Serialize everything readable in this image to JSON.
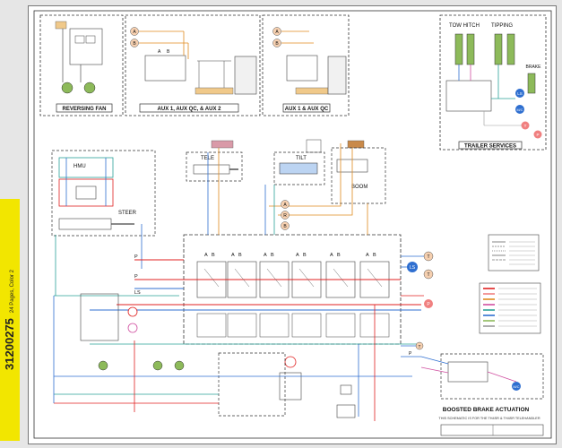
{
  "part_number": "31200275",
  "pages_note": "24 Pages, Color 2",
  "sections": {
    "reversing_fan": "REVERSING FAN",
    "aux": "AUX 1, AUX QC, & AUX 2",
    "aux1_qc": "AUX 1 & AUX QC",
    "trailer": "TRAILER SERVICES",
    "boosted": "BOOSTED BRAKE ACTUATION"
  },
  "labels": {
    "tow_hitch": "TOW HITCH",
    "tipping": "TIPPING",
    "brake": "BRAKE",
    "tele": "TELE",
    "tilt": "TILT",
    "boom": "BOOM",
    "steer": "STEER",
    "hmu": "HMU",
    "a": "A",
    "b": "B",
    "p": "P",
    "t": "T",
    "r": "R",
    "ls": "LS",
    "mc": "M/C"
  },
  "note": "THIS SCHEMATIC IS FOR THE TH4SR & TH4SR TELEHANDLER",
  "colors": {
    "pressure": "#e02020",
    "return": "#2f6fd0",
    "pilot": "#2aa198",
    "aux": "#e08a1e",
    "brake": "#d04fa0",
    "tank": "#999999",
    "component": "#8dba5a"
  }
}
